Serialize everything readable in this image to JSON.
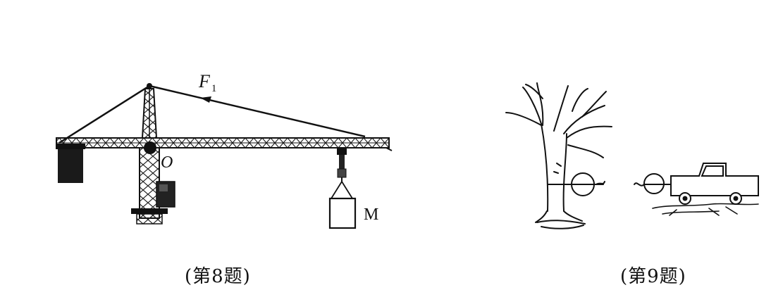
{
  "figure8": {
    "force_label": "F",
    "force_subscript": "1",
    "pivot_label": "O",
    "load_label": "M",
    "caption": "(第8题)"
  },
  "figure9": {
    "caption": "(第9题)"
  }
}
